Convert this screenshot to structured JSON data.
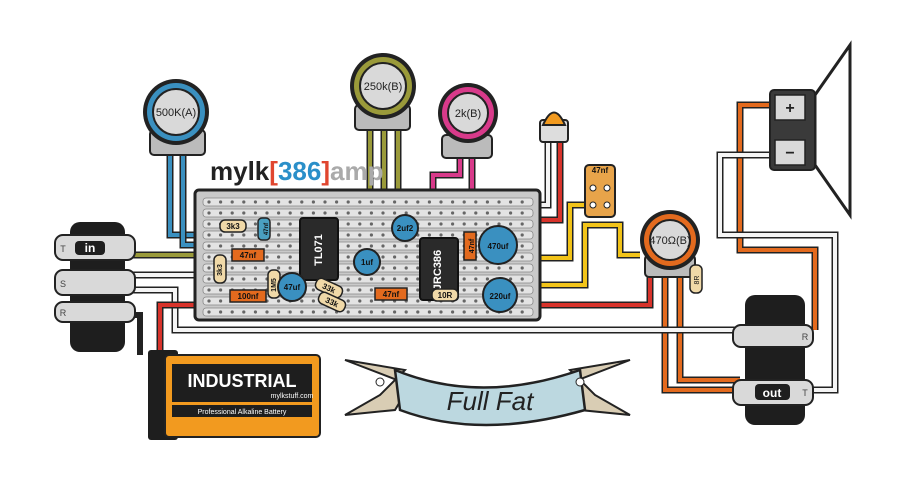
{
  "title": {
    "prefix": "mylk",
    "bracket_open": "[",
    "model": "386",
    "bracket_close": "]",
    "suffix": "amp"
  },
  "banner": "Full Fat",
  "pots": {
    "volume": "500K(A)",
    "gain": "250k(B)",
    "tone": "2k(B)",
    "speaker_pot": "470Ω(B)"
  },
  "ics": {
    "op_amp": "TL071",
    "power_amp": "JRC386"
  },
  "components": {
    "r_3k3_top": "3k3",
    "r_3k3_left": "3k3",
    "r_1m5": "1M5",
    "r_33k_a": "33k",
    "r_33k_b": "33k",
    "r_10r": "10R",
    "r_8r": "8R",
    "c_47nf_a": "47nf",
    "c_47nf_b": "47nf",
    "c_47nf_c": "47nf",
    "c_47nf_d": "47nf",
    "c_100nf": "100nf",
    "c_47uf": "47uf",
    "c_1uf": "1uf",
    "c_2uf2": "2uf2",
    "c_470uf": "470uf",
    "c_220uf": "220uf",
    "c_47n_vertical": "47nf"
  },
  "jacks": {
    "input": "in",
    "output": "out",
    "pin_t": "T",
    "pin_s": "S",
    "pin_r": "R",
    "out_pin_r": "R",
    "out_pin_t": "T"
  },
  "battery": {
    "brand": "INDUSTRIAL",
    "site": "mylkstuff.com",
    "desc": "Professional Alkaline Battery"
  },
  "speaker": {
    "plus": "+",
    "minus": "−"
  },
  "colors": {
    "title_blue": "#2a8fc9",
    "title_bracket": "#e0462f",
    "title_orange": "#f29a1f",
    "title_gray": "#aaaaaa",
    "board": "#c9c9c9",
    "wire_blue": "#3a90c0",
    "wire_olive": "#9a9a3a",
    "wire_red": "#d8332b",
    "wire_orange": "#e36a1e",
    "wire_yellow": "#f2c318",
    "wire_pink": "#d83a8a",
    "wire_black": "#222222",
    "wire_white": "#f5f5f5"
  }
}
